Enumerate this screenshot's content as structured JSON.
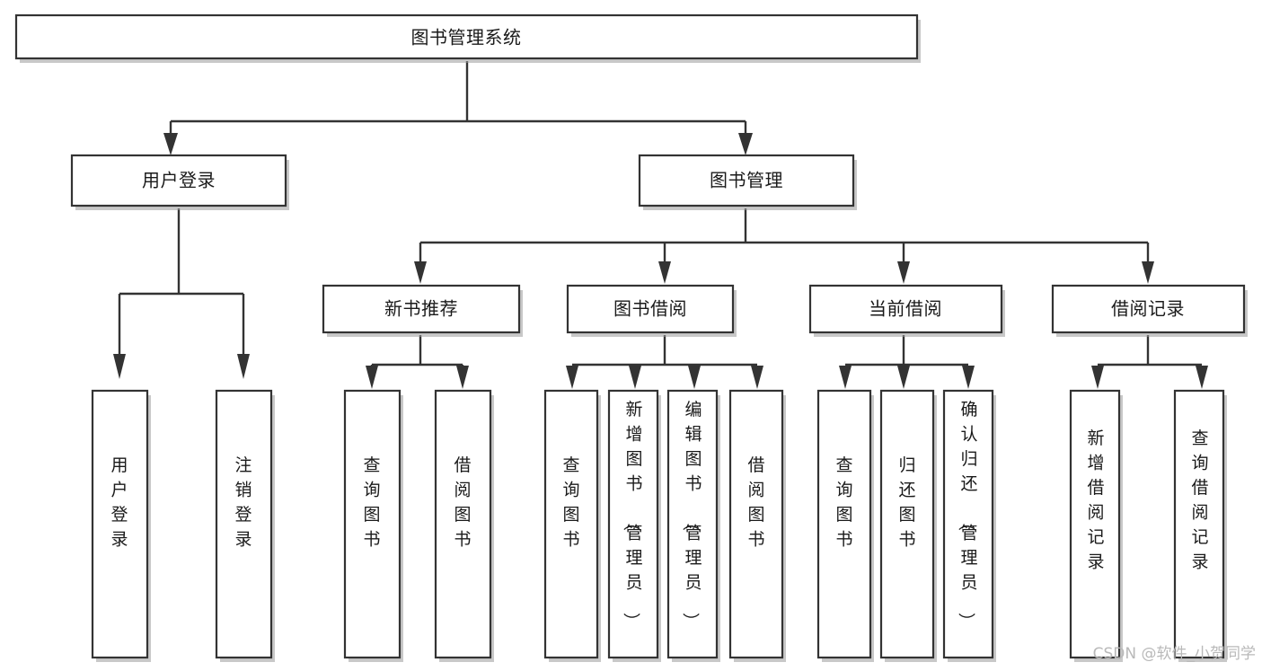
{
  "diagram": {
    "title": "图书管理系统",
    "type": "tree",
    "orientation": "top-down",
    "background_color": "#ffffff",
    "box_fill_color": "#ffffff",
    "box_stroke_color": "#333333",
    "connector_color": "#333333",
    "text_color": "#1a1a1a"
  },
  "root": {
    "label": "图书管理系统"
  },
  "level2": {
    "user_login": {
      "label": "用户登录"
    },
    "book_manage": {
      "label": "图书管理"
    }
  },
  "level3": {
    "new_book_recommend": {
      "label": "新书推荐"
    },
    "book_borrow": {
      "label": "图书借阅"
    },
    "current_borrow": {
      "label": "当前借阅"
    },
    "borrow_record": {
      "label": "借阅记录"
    }
  },
  "leaves": {
    "user_login_children": [
      {
        "label": "用户登录"
      },
      {
        "label": "注销登录"
      }
    ],
    "new_book_recommend_children": [
      {
        "label": "查询图书"
      },
      {
        "label": "借阅图书"
      }
    ],
    "book_borrow_children": [
      {
        "label": "查询图书"
      },
      {
        "label": "新增图书（管理员）"
      },
      {
        "label": "编辑图书（管理员）"
      },
      {
        "label": "借阅图书"
      }
    ],
    "current_borrow_children": [
      {
        "label": "查询图书"
      },
      {
        "label": "归还图书"
      },
      {
        "label": "确认归还（管理员）"
      }
    ],
    "borrow_record_children": [
      {
        "label": "新增借阅记录"
      },
      {
        "label": "查询借阅记录"
      }
    ]
  },
  "watermark": {
    "text": "CSDN @软件_小贺同学",
    "color": "#b9b9b9"
  }
}
